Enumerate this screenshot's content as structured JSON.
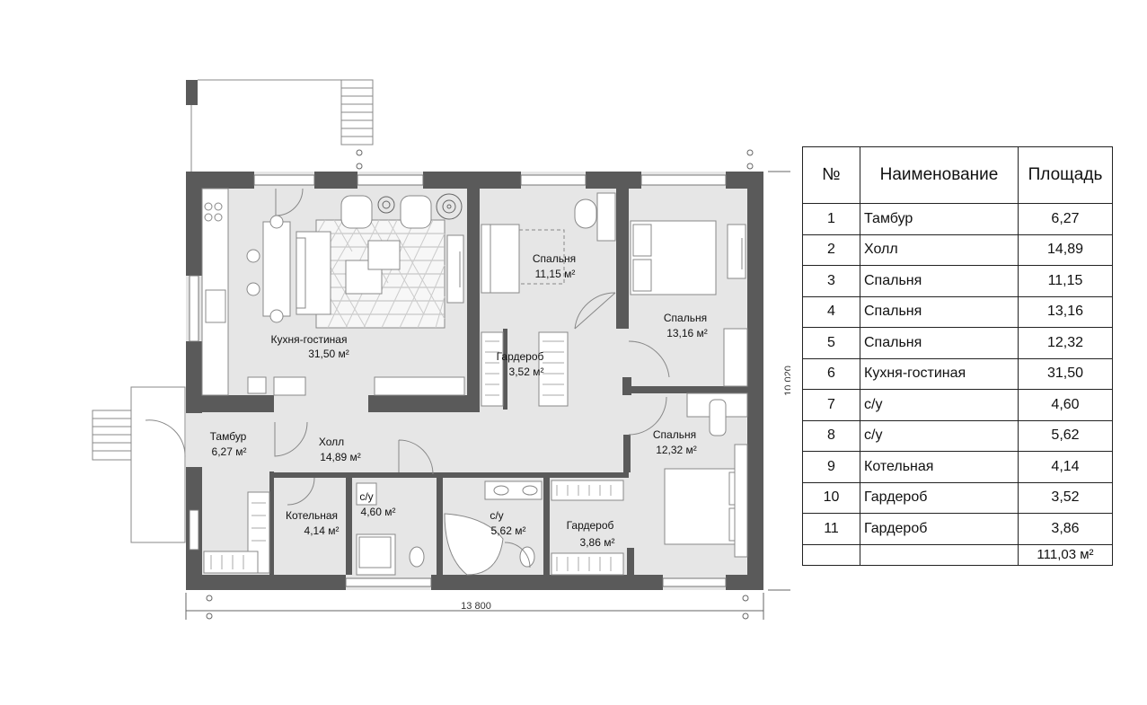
{
  "rooms": [
    {
      "name": "Кухня-гостиная",
      "area": "31,50 м²"
    },
    {
      "name": "Спальня",
      "area": "11,15 м²"
    },
    {
      "name": "Спальня",
      "area": "13,16 м²"
    },
    {
      "name": "Гардероб",
      "area": "3,52 м²"
    },
    {
      "name": "Тамбур",
      "area": "6,27 м²"
    },
    {
      "name": "Холл",
      "area": "14,89 м²"
    },
    {
      "name": "Спальня",
      "area": "12,32 м²"
    },
    {
      "name": "Котельная",
      "area": "4,14 м²"
    },
    {
      "name": "с/у",
      "area": "4,60 м²"
    },
    {
      "name": "с/у",
      "area": "5,62 м²"
    },
    {
      "name": "Гардероб",
      "area": "3,86 м²"
    }
  ],
  "dimensions": {
    "width": "13 800",
    "height": "10 020"
  },
  "legend": {
    "headers": [
      "№",
      "Наименование",
      "Площадь"
    ],
    "rows": [
      {
        "n": "1",
        "name": "Тамбур",
        "area": "6,27"
      },
      {
        "n": "2",
        "name": "Холл",
        "area": "14,89"
      },
      {
        "n": "3",
        "name": "Спальня",
        "area": "11,15"
      },
      {
        "n": "4",
        "name": "Спальня",
        "area": "13,16"
      },
      {
        "n": "5",
        "name": "Спальня",
        "area": "12,32"
      },
      {
        "n": "6",
        "name": "Кухня-гостиная",
        "area": "31,50"
      },
      {
        "n": "7",
        "name": "с/у",
        "area": "4,60"
      },
      {
        "n": "8",
        "name": "с/у",
        "area": "5,62"
      },
      {
        "n": "9",
        "name": "Котельная",
        "area": "4,14"
      },
      {
        "n": "10",
        "name": "Гардероб",
        "area": "3,52"
      },
      {
        "n": "11",
        "name": "Гардероб",
        "area": "3,86"
      }
    ],
    "total": "111,03 м²"
  },
  "colors": {
    "wall": "#5a5a5a",
    "floor": "#e6e6e6",
    "rug": "#f7f7f7"
  }
}
